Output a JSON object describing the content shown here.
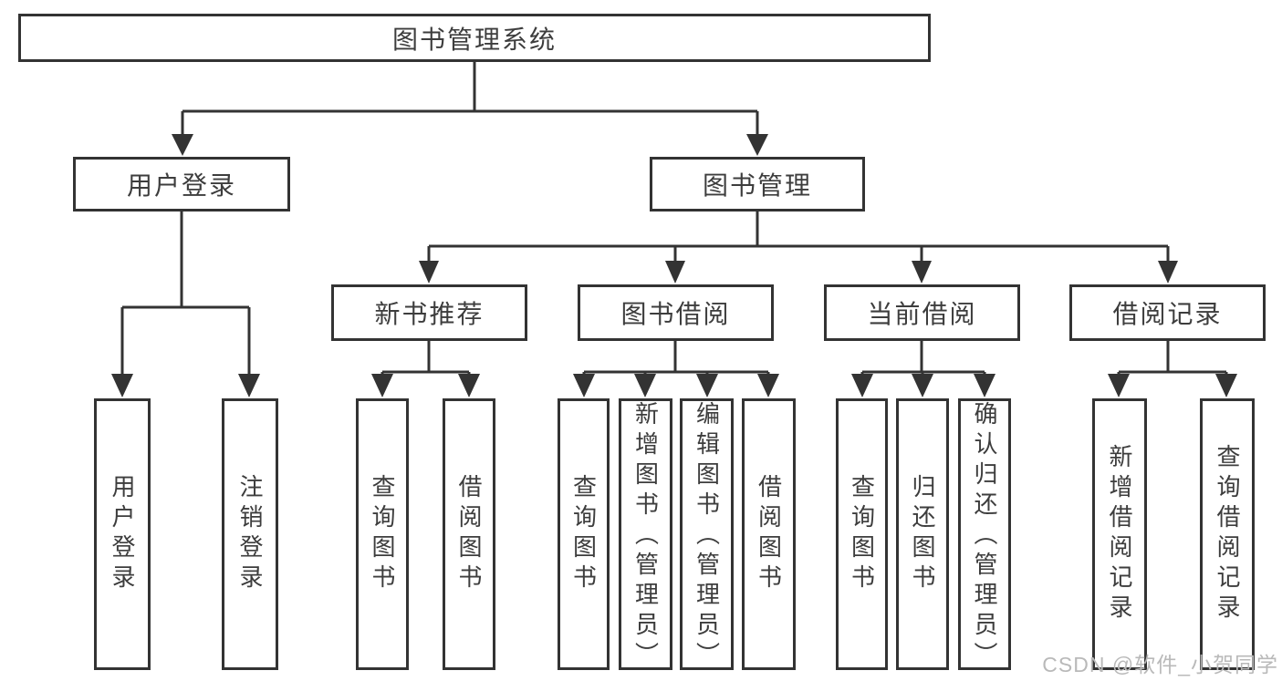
{
  "colors": {
    "line": "#333333",
    "text": "#3d3d3d",
    "watermark": "#b9b9b9",
    "background": "#ffffff"
  },
  "watermark": "CSDN @软件_小贺同学",
  "tree": {
    "root": {
      "label": "图书管理系统"
    },
    "branches": [
      {
        "label": "用户登录",
        "leaves": [
          {
            "label": "用户登录"
          },
          {
            "label": "注销登录"
          }
        ]
      },
      {
        "label": "图书管理",
        "sections": [
          {
            "label": "新书推荐",
            "leaves": [
              {
                "label": "查询图书"
              },
              {
                "label": "借阅图书"
              }
            ]
          },
          {
            "label": "图书借阅",
            "leaves": [
              {
                "label": "查询图书"
              },
              {
                "label": "新增图书（管理员）"
              },
              {
                "label": "编辑图书（管理员）"
              },
              {
                "label": "借阅图书"
              }
            ]
          },
          {
            "label": "当前借阅",
            "leaves": [
              {
                "label": "查询图书"
              },
              {
                "label": "归还图书"
              },
              {
                "label": "确认归还（管理员）"
              }
            ]
          },
          {
            "label": "借阅记录",
            "leaves": [
              {
                "label": "新增借阅记录"
              },
              {
                "label": "查询借阅记录"
              }
            ]
          }
        ]
      }
    ]
  }
}
